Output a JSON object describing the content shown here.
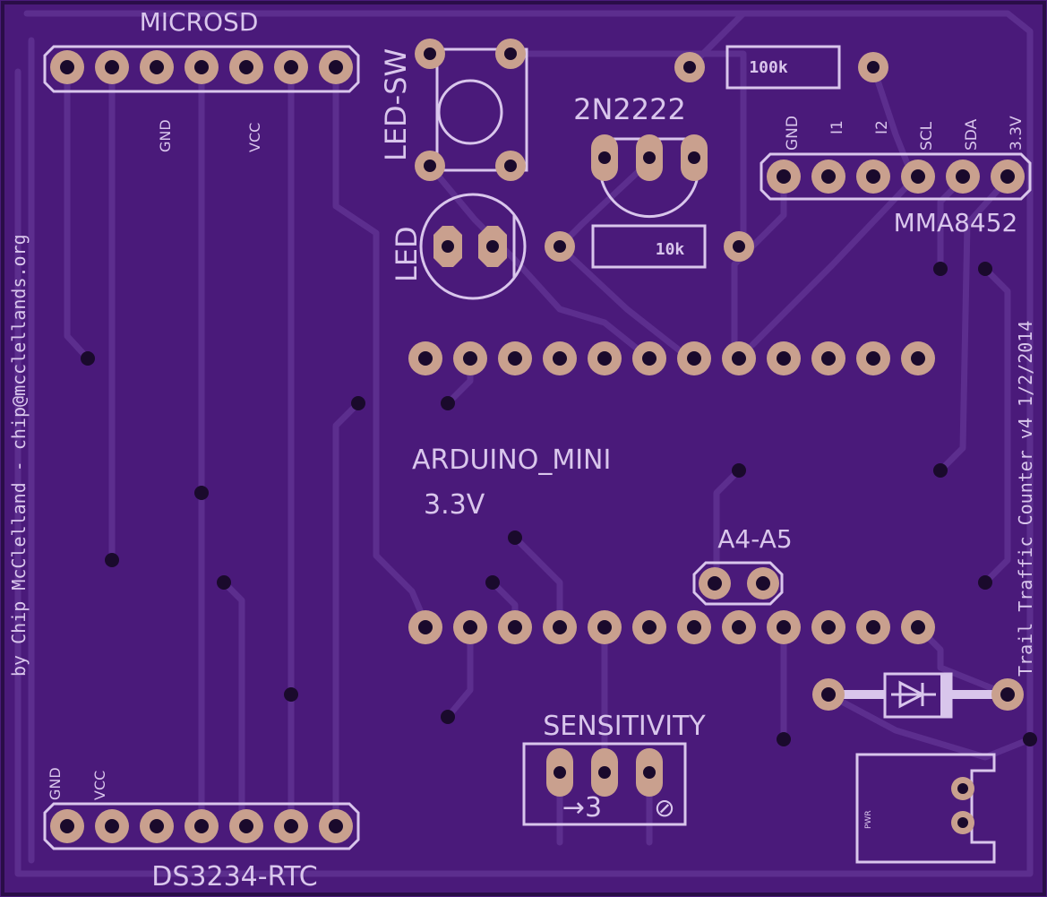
{
  "colors": {
    "board": "#4a1a7a",
    "silkscreen": "#d9c6ec",
    "copper_pad": "#c9a08e",
    "trace": "#5c2e8e"
  },
  "labels": {
    "microsd": "MICROSD",
    "microsd_gnd": "GND",
    "microsd_vcc": "VCC",
    "led_sw": "LED-SW",
    "transistor": "2N2222",
    "r100k": "100k",
    "r10k": "10k",
    "led": "LED",
    "mma_gnd": "GND",
    "mma_i1": "I1",
    "mma_i2": "I2",
    "mma_scl": "SCL",
    "mma_sda": "SDA",
    "mma_33v": "3.3V",
    "mma8452": "MMA8452",
    "arduino": "ARDUINO_MINI",
    "arduino_voltage": "3.3V",
    "a4a5": "A4-A5",
    "sensitivity": "SENSITIVITY",
    "pot_arrow": "→3",
    "pot_knob": "⊘",
    "rtc_gnd": "GND",
    "rtc_vcc": "VCC",
    "ds3234": "DS3234-RTC",
    "pwr": "PWR",
    "credit": "by Chip McClelland - chip@mcclellands.org",
    "title": "Trail Traffic Counter v4 1/2/2014"
  }
}
